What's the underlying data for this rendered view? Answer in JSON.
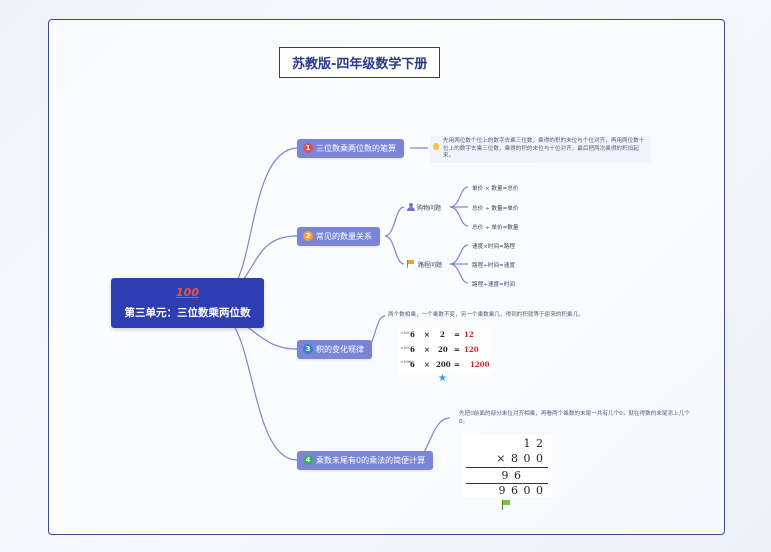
{
  "title": "苏教版-四年级数学下册",
  "root": {
    "emoji": "100",
    "label": "第三单元：三位数乘两位数"
  },
  "topics": [
    {
      "num": "1",
      "label": "三位数乘两位数的笔算",
      "badge_color": "#e84c4c",
      "note": "先用两位数个位上的数字去乘三位数，乘得的积的末位与个位对齐，再用两位数十位上的数字去乘三位数，乘得的积的末位与十位对齐，最后把两次乘得的积加起来。",
      "note_icon": "lightbulb-icon"
    },
    {
      "num": "2",
      "label": "常见的数量关系",
      "badge_color": "#f0a030",
      "groups": [
        {
          "label": "购物问题",
          "icon": "person-icon",
          "items": [
            "单价 × 数量=总价",
            "总价 ÷ 数量=单价",
            "总价 ÷ 单价=数量"
          ]
        },
        {
          "label": "路程问题",
          "icon": "flag-icon",
          "items": [
            "速度×时间=路程",
            "路程÷时间=速度",
            "路程÷速度=时间"
          ]
        }
      ]
    },
    {
      "num": "3",
      "label": "积的变化规律",
      "badge_color": "#3a7bd5",
      "note": "两个数相乘，一个乘数不变，另一个乘数乘几，得到的积就等于原来的积乘几。",
      "table": {
        "rows": [
          [
            "6",
            "×",
            "2",
            "=",
            "12"
          ],
          [
            "6",
            "×",
            "20",
            "=",
            "120"
          ],
          [
            "6",
            "×",
            "200",
            "=",
            "1200"
          ]
        ],
        "side_labels": [
          "×10",
          "×10",
          "×100"
        ]
      },
      "star_icon": "star-icon"
    },
    {
      "num": "4",
      "label": "乘数末尾有0的乘法的简便计算",
      "badge_color": "#3fae5a",
      "note": "先把0前面的部分末位对齐相乘，再看两个乘数的末尾一共有几个0，就在得数的末尾添上几个0。",
      "calc": {
        "line1": "1 2",
        "line2": "× 8 0 0",
        "line3": "9 6",
        "line4": "9 6 0 0"
      },
      "flag_icon": "green-flag-icon"
    }
  ]
}
